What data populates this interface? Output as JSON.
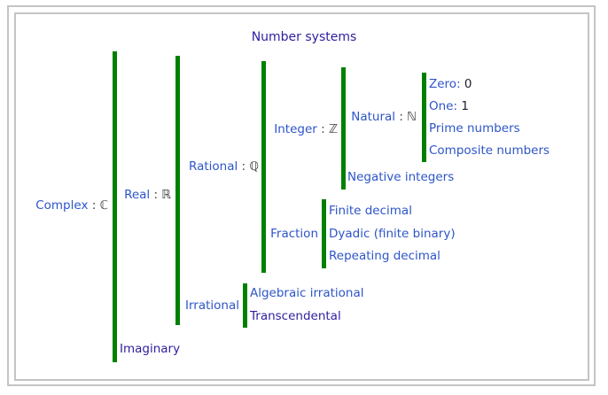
{
  "title": "Number systems",
  "colors": {
    "bar": "#008000",
    "link": "#2d55c8",
    "visited": "#2d1e9f",
    "symbol": "#3d3d3d",
    "value": "#1c1c30",
    "border": "#c4c4c4"
  },
  "nodes": {
    "complex": {
      "label": "Complex",
      "suffix": " : ℂ"
    },
    "real": {
      "label": "Real",
      "suffix": " : ℝ"
    },
    "rational": {
      "label": "Rational",
      "suffix": " : ℚ"
    },
    "integer": {
      "label": "Integer",
      "suffix": " : ℤ"
    },
    "natural": {
      "label": "Natural",
      "suffix": " : ℕ"
    },
    "zero": {
      "label": "Zero:",
      "value": " 0"
    },
    "one": {
      "label": "One:",
      "value": " 1"
    },
    "prime": {
      "label": "Prime numbers"
    },
    "composite": {
      "label": "Composite numbers"
    },
    "negative_integers": {
      "label": "Negative integers"
    },
    "fraction": {
      "label": "Fraction"
    },
    "finite_decimal": {
      "label": "Finite decimal"
    },
    "dyadic": {
      "label": "Dyadic (finite binary)"
    },
    "repeating_decimal": {
      "label": "Repeating decimal"
    },
    "irrational": {
      "label": "Irrational"
    },
    "algebraic_irrational": {
      "label": "Algebraic irrational"
    },
    "transcendental": {
      "label": "Transcendental"
    },
    "imaginary": {
      "label": "Imaginary"
    }
  }
}
